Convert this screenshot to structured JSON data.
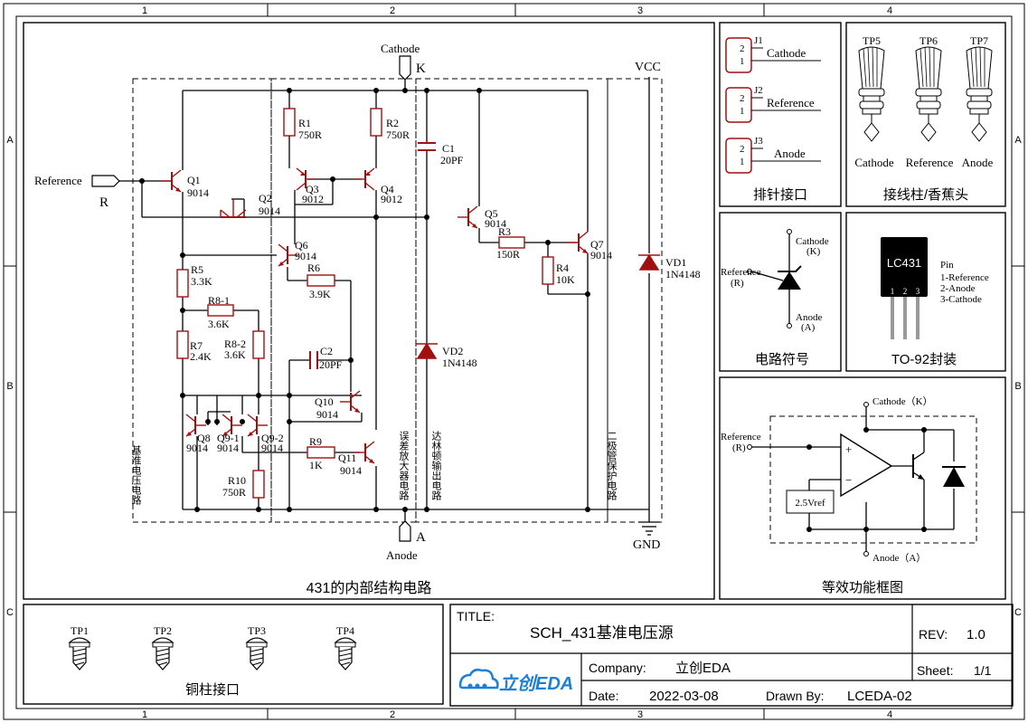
{
  "grid": {
    "cols": [
      "1",
      "2",
      "3",
      "4"
    ],
    "rows": [
      "A",
      "B",
      "C"
    ]
  },
  "main": {
    "caption": "431的内部结构电路",
    "nets": {
      "cathode": "Cathode",
      "k": "K",
      "anode": "Anode",
      "a": "A",
      "vcc": "VCC",
      "gnd": "GND",
      "reference": "Reference",
      "r": "R"
    },
    "transistors": [
      {
        "ref": "Q1",
        "value": "9014"
      },
      {
        "ref": "Q2",
        "value": "9014"
      },
      {
        "ref": "Q3",
        "value": "9012"
      },
      {
        "ref": "Q4",
        "value": "9012"
      },
      {
        "ref": "Q5",
        "value": "9014"
      },
      {
        "ref": "Q6",
        "value": "9014"
      },
      {
        "ref": "Q7",
        "value": "9014"
      },
      {
        "ref": "Q8",
        "value": "9014"
      },
      {
        "ref": "Q9-1",
        "value": "9014"
      },
      {
        "ref": "Q9-2",
        "value": "9014"
      },
      {
        "ref": "Q10",
        "value": "9014"
      },
      {
        "ref": "Q11",
        "value": "9014"
      }
    ],
    "resistors": [
      {
        "ref": "R1",
        "value": "750R"
      },
      {
        "ref": "R2",
        "value": "750R"
      },
      {
        "ref": "R3",
        "value": "150R"
      },
      {
        "ref": "R4",
        "value": "10K"
      },
      {
        "ref": "R5",
        "value": "3.3K"
      },
      {
        "ref": "R6",
        "value": "3.9K"
      },
      {
        "ref": "R7",
        "value": "2.4K"
      },
      {
        "ref": "R8-1",
        "value": "3.6K"
      },
      {
        "ref": "R8-2",
        "value": "3.6K"
      },
      {
        "ref": "R9",
        "value": "1K"
      },
      {
        "ref": "R10",
        "value": "750R"
      }
    ],
    "capacitors": [
      {
        "ref": "C1",
        "value": "20PF"
      },
      {
        "ref": "C2",
        "value": "20PF"
      }
    ],
    "diodes": [
      {
        "ref": "VD1",
        "value": "1N4148"
      },
      {
        "ref": "VD2",
        "value": "1N4148"
      }
    ],
    "sections": {
      "bandgap": "基准电压电路",
      "erramp": "误差放大器电路",
      "darlington": "达林顿输出电路",
      "protect": "二极管保护电路"
    }
  },
  "header": {
    "caption": "排针接口",
    "connectors": [
      {
        "ref": "J1",
        "pins": [
          "2",
          "1"
        ],
        "label": "Cathode"
      },
      {
        "ref": "J2",
        "pins": [
          "2",
          "1"
        ],
        "label": "Reference"
      },
      {
        "ref": "J3",
        "pins": [
          "2",
          "1"
        ],
        "label": "Anode"
      }
    ]
  },
  "posts": {
    "caption": "接线柱/香蕉头",
    "items": [
      {
        "ref": "TP5",
        "label": "Cathode"
      },
      {
        "ref": "TP6",
        "label": "Reference"
      },
      {
        "ref": "TP7",
        "label": "Anode"
      }
    ]
  },
  "symbol": {
    "caption": "电路符号",
    "cathode": "Cathode",
    "k": "(K)",
    "reference": "Reference",
    "r": "(R)",
    "anode": "Anode",
    "a": "(A)"
  },
  "package": {
    "caption": "TO-92封装",
    "part": "LC431",
    "pin_numbers": [
      "1",
      "2",
      "3"
    ],
    "pin_title": "Pin",
    "pins": [
      "1-Reference",
      "2-Anode",
      "3-Cathode"
    ]
  },
  "equivalent": {
    "caption": "等效功能框图",
    "cathode": "Cathode（K）",
    "anode": "Anode（A）",
    "reference": "Reference",
    "r": "(R)",
    "vref": "2.5Vref",
    "plus": "+",
    "minus": "−"
  },
  "copper": {
    "caption": "铜柱接口",
    "items": [
      "TP1",
      "TP2",
      "TP3",
      "TP4"
    ]
  },
  "titleblock": {
    "title_label": "TITLE:",
    "title": "SCH_431基准电压源",
    "rev_label": "REV:",
    "rev": "1.0",
    "logo": "立创EDA",
    "company_label": "Company:",
    "company": "立创EDA",
    "sheet_label": "Sheet:",
    "sheet": "1/1",
    "date_label": "Date:",
    "date": "2022-03-08",
    "drawn_label": "Drawn By:",
    "drawn": "LCEDA-02"
  },
  "colors": {
    "component": "#a01010",
    "wire": "#000000",
    "logo": "#1e7fd8"
  }
}
